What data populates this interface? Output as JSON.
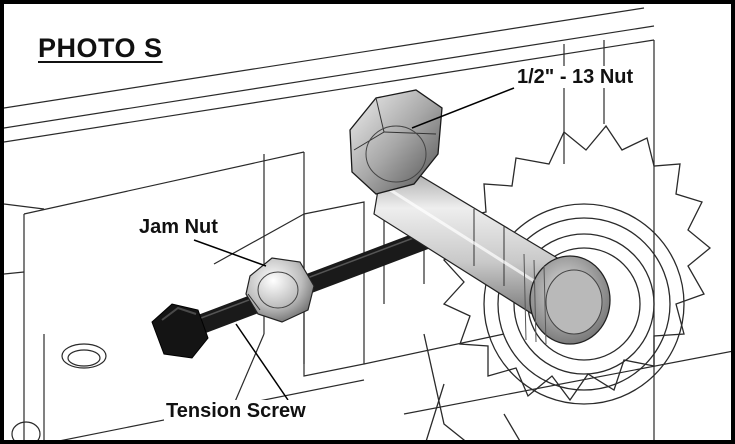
{
  "figure": {
    "title": "PHOTO  S",
    "callouts": {
      "nut_13": "1/2\" - 13 Nut",
      "jam_nut": "Jam Nut",
      "tension_screw": "Tension Screw"
    }
  },
  "colors": {
    "ink": "#111111",
    "frame": "#000000",
    "screw": "#1a1a1a",
    "steel_light": "#e6e6e6",
    "steel_dark": "#6a6a6a"
  }
}
